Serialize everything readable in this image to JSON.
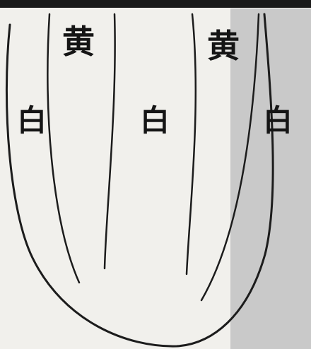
{
  "labels": {
    "center_left_region": "黄",
    "center_right_region": "黄",
    "left_edge_region": "白",
    "middle_region": "白",
    "right_edge_region": "白"
  }
}
